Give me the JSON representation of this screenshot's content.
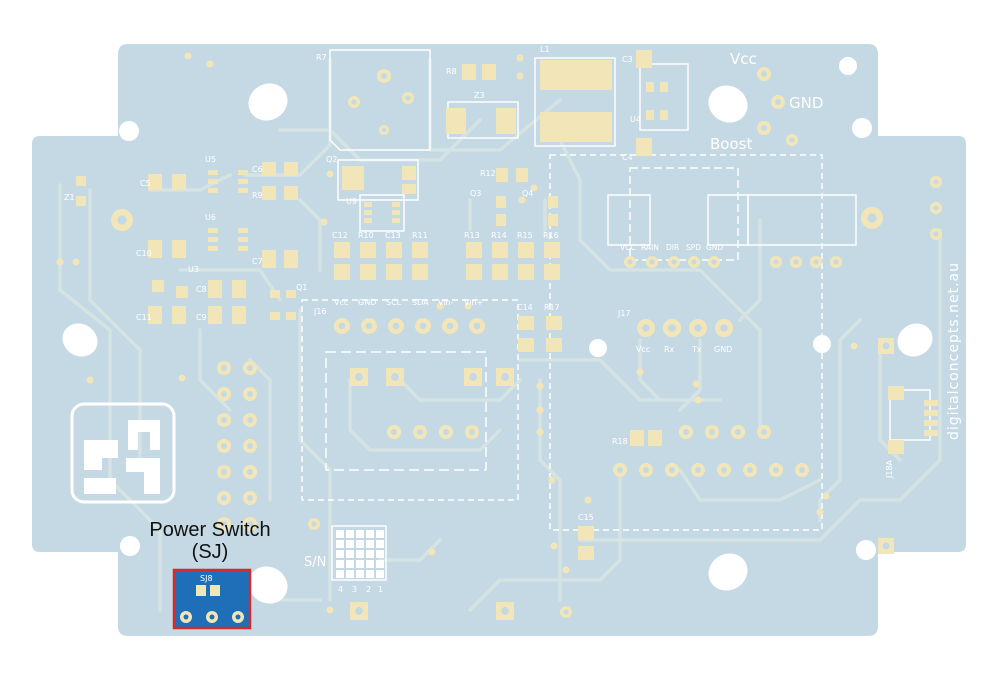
{
  "colors": {
    "background": "#ffffff",
    "board": "#c5d9e4",
    "trace": "#d5e3e3",
    "pad": "#f2e6b8",
    "pad_border": "#e4d497",
    "silk": "#ffffff",
    "hole": "#ffffff",
    "highlight_bg": "#1e6fb8",
    "highlight_border": "#d42a2a",
    "annotation_text": "#111111"
  },
  "power_labels": {
    "vcc": "Vcc",
    "gnd": "GND",
    "boost": "Boost"
  },
  "refdes": {
    "r7": "R7",
    "r8": "R8",
    "l1": "L1",
    "c3": "C3",
    "c4": "C4",
    "z3": "Z3",
    "u4": "U4",
    "u5": "U5",
    "u6": "U6",
    "c5": "C5",
    "c6": "C6",
    "r9": "R9",
    "z1": "Z1",
    "c7": "C7",
    "c8": "C8",
    "c9": "C9",
    "c10": "C10",
    "c11": "C11",
    "u3": "U3",
    "q1": "Q1",
    "q2": "Q2",
    "u9": "U9",
    "r12": "R12",
    "q3": "Q3",
    "q4": "Q4",
    "c12": "C12",
    "r10": "R10",
    "c13": "C13",
    "r11": "R11",
    "r13": "R13",
    "r14": "R14",
    "r15": "R15",
    "r16": "R16",
    "c14": "C14",
    "r17": "R17",
    "r18": "R18",
    "c15": "C15",
    "j16": "J16",
    "j17": "J17",
    "j18a": "J18A",
    "sj8": "SJ8"
  },
  "j16_pins": [
    "Vcc",
    "GND",
    "SCL",
    "SDA",
    "Vin-",
    "Vin+"
  ],
  "sensor_pins": [
    "VCC",
    "RAIN",
    "DIR",
    "SPD",
    "GND"
  ],
  "j17_pins": [
    "Vcc",
    "Rx",
    "Tx",
    "GND"
  ],
  "serial_number": {
    "label": "S/N",
    "digits": [
      "4",
      "3",
      "2",
      "1"
    ]
  },
  "website": "digitalconcepts.net.au",
  "annotation": {
    "line1": "Power Switch",
    "line2": "(SJ)"
  }
}
